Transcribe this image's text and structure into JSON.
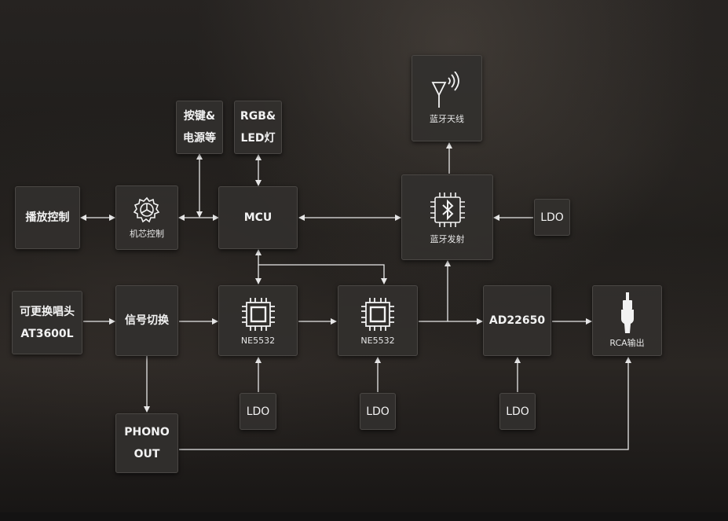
{
  "blocks": {
    "playback_ctrl": "播放控制",
    "core_ctrl": "机芯控制",
    "keys_power_1": "按键&",
    "keys_power_2": "电源等",
    "rgb_led_1": "RGB&",
    "rgb_led_2": "LED灯",
    "mcu": "MCU",
    "bt_antenna": "蓝牙天线",
    "bt_tx": "蓝牙发射",
    "ldo": "LDO",
    "cartridge_1": "可更换唱头",
    "cartridge_2": "AT3600L",
    "signal_switch": "信号切换",
    "opamp1": "NE5532",
    "opamp2": "NE5532",
    "adc": "AD22650",
    "rca_out": "RCA输出",
    "phono_1": "PHONO",
    "phono_2": "OUT"
  },
  "icons": {
    "core_ctrl": "gear-icon",
    "bt_antenna": "antenna-icon",
    "bt_tx": "bluetooth-chip-icon",
    "opamp": "chip-icon",
    "rca": "rca-plug-icon"
  },
  "colors": {
    "box_fill": "#32302e",
    "wire": "#e8e8e8",
    "text": "#f2f2f2"
  }
}
